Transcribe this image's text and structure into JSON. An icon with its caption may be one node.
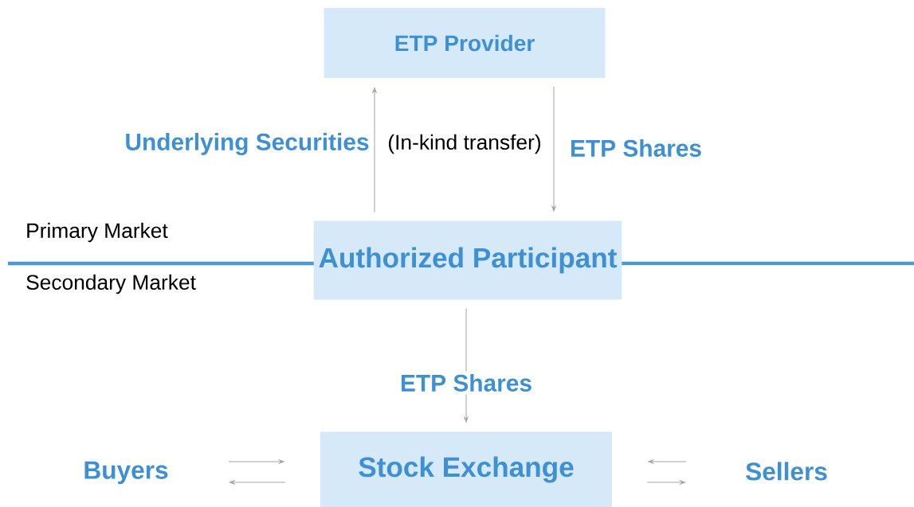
{
  "diagram": {
    "nodes": [
      {
        "text": [
          "ETP Provider"
        ]
      },
      {
        "text": [
          "Authorized Participant"
        ]
      },
      {
        "text": [
          "Stock Exchange"
        ]
      },
      {
        "text": [
          "Buyers"
        ]
      },
      {
        "text": [
          "Sellers"
        ]
      }
    ],
    "edges": [
      {
        "from": 1,
        "to": 0,
        "arrow": "to",
        "label": "Underlying Securities"
      },
      {
        "from": 0,
        "to": 1,
        "arrow": "to",
        "label": "ETP Shares"
      },
      {
        "from": 1,
        "to": 2,
        "arrow": "to",
        "label": "ETP Shares"
      },
      {
        "from": 3,
        "to": 2,
        "arrow": "to"
      },
      {
        "from": 2,
        "to": 3,
        "arrow": "to"
      },
      {
        "from": 4,
        "to": 2,
        "arrow": "to"
      },
      {
        "from": 2,
        "to": 4,
        "arrow": "to"
      }
    ],
    "labels": [
      "(In-kind transfer)",
      "Primary Market",
      "Secondary Market"
    ]
  }
}
